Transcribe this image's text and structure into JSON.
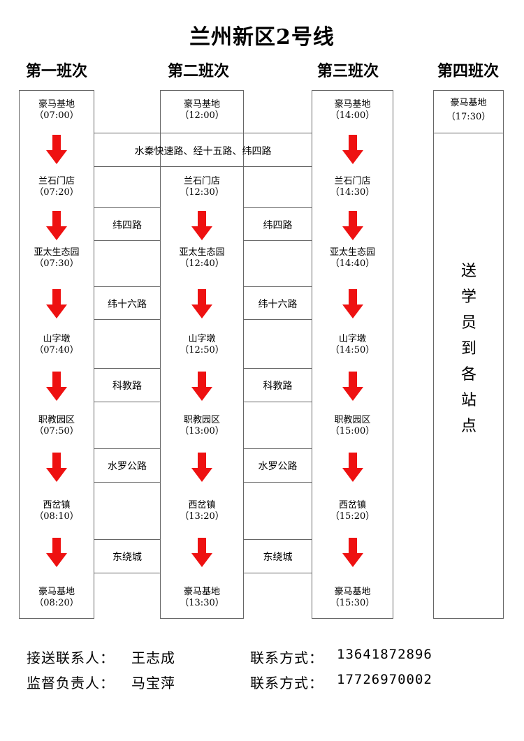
{
  "title": "兰州新区2号线",
  "columns": [
    {
      "heading": "第一班次",
      "stops": [
        {
          "name": "豪马基地",
          "time": "（07:00）"
        },
        {
          "name": "兰石门店",
          "time": "（07:20）"
        },
        {
          "name": "亚太生态园",
          "time": "（07:30）"
        },
        {
          "name": "山字墩",
          "time": "（07:40）"
        },
        {
          "name": "职教园区",
          "time": "（07:50）"
        },
        {
          "name": "西岔镇",
          "time": "（08:10）"
        },
        {
          "name": "豪马基地",
          "time": "（08:20）"
        }
      ]
    },
    {
      "heading": "第二班次",
      "stops": [
        {
          "name": "豪马基地",
          "time": "（12:00）"
        },
        {
          "name": "兰石门店",
          "time": "（12:30）"
        },
        {
          "name": "亚太生态园",
          "time": "（12:40）"
        },
        {
          "name": "山字墩",
          "time": "（12:50）"
        },
        {
          "name": "职教园区",
          "time": "（13:00）"
        },
        {
          "name": "西岔镇",
          "time": "（13:20）"
        },
        {
          "name": "豪马基地",
          "time": "（13:30）"
        }
      ]
    },
    {
      "heading": "第三班次",
      "stops": [
        {
          "name": "豪马基地",
          "time": "（14:00）"
        },
        {
          "name": "兰石门店",
          "time": "（14:30）"
        },
        {
          "name": "亚太生态园",
          "time": "（14:40）"
        },
        {
          "name": "山字墩",
          "time": "（14:50）"
        },
        {
          "name": "职教园区",
          "time": "（15:00）"
        },
        {
          "name": "西岔镇",
          "time": "（15:20）"
        },
        {
          "name": "豪马基地",
          "time": "（15:30）"
        }
      ]
    },
    {
      "heading": "第四班次",
      "stops": [
        {
          "name": "豪马基地",
          "time": "（17:30）"
        }
      ],
      "note": [
        "送",
        "学",
        "员",
        "到",
        "各",
        "站",
        "点"
      ]
    }
  ],
  "first_road": "水秦快速路、经十五路、纬四路",
  "roads": [
    "纬四路",
    "纬十六路",
    "科教路",
    "水罗公路",
    "东绕城"
  ],
  "contacts": [
    {
      "label": "接送联系人：",
      "name": "王志成",
      "phone_label": "联系方式：",
      "phone": "13641872896"
    },
    {
      "label": "监督负责人：",
      "name": "马宝萍",
      "phone_label": "联系方式：",
      "phone": "17726970002"
    }
  ],
  "colors": {
    "arrow": "#ee1111",
    "border": "#666666"
  }
}
